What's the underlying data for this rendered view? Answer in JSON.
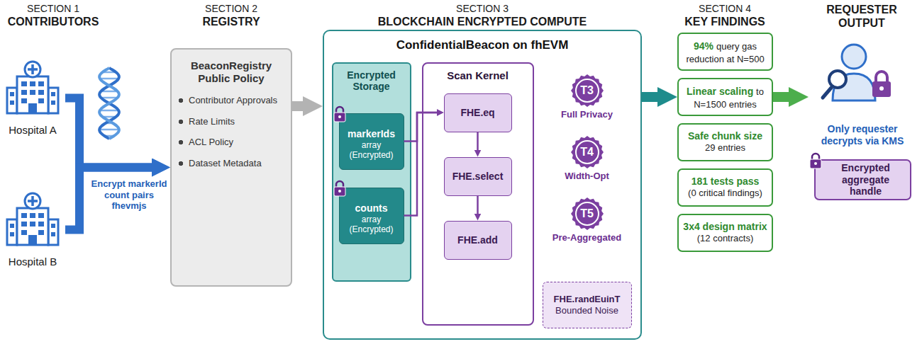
{
  "diagram": {
    "nodes": [
      {
        "text": [
          "Hospital A"
        ]
      },
      {
        "text": [
          "Hospital B"
        ]
      },
      {
        "text": [
          "BeaconRegistry Public Policy",
          "Contributor Approvals",
          "Rate Limits",
          "ACL Policy",
          "Dataset Metadata"
        ]
      },
      {
        "text": [
          "ConfidentialBeacon on fhEVM"
        ]
      },
      {
        "text": [
          "Encrypted Storage"
        ],
        "in": 3
      },
      {
        "text": [
          "markerIds",
          "array (Encrypted)"
        ],
        "in": 4
      },
      {
        "text": [
          "counts",
          "array (Encrypted)"
        ],
        "in": 4
      },
      {
        "text": [
          "Scan Kernel"
        ],
        "in": 3
      },
      {
        "text": [
          "FHE.eq"
        ],
        "in": 7
      },
      {
        "text": [
          "FHE.select"
        ],
        "in": 7
      },
      {
        "text": [
          "FHE.add"
        ],
        "in": 7
      },
      {
        "text": [
          "T3",
          "Full Privacy"
        ],
        "in": 3
      },
      {
        "text": [
          "T4",
          "Width-Opt"
        ],
        "in": 3
      },
      {
        "text": [
          "T5",
          "Pre-Aggregated"
        ],
        "in": 3
      },
      {
        "text": [
          "FHE.randEuinT",
          "Bounded Noise"
        ],
        "in": 3
      },
      {
        "text": [
          "94%",
          "query gas reduction at N=500"
        ]
      },
      {
        "text": [
          "Linear scaling",
          "to N=1500 entries"
        ]
      },
      {
        "text": [
          "Safe chunk size",
          "29 entries"
        ]
      },
      {
        "text": [
          "181 tests pass",
          "(0 critical findings)"
        ]
      },
      {
        "text": [
          "3x4 design matrix",
          "(12 contracts)"
        ]
      },
      {
        "text": [
          "Only requester decrypts via KMS"
        ]
      },
      {
        "text": [
          "Encrypted aggregate handle"
        ]
      }
    ],
    "edges": [
      {
        "from": 0,
        "to": 2,
        "arrow": "to",
        "label": "Encrypt markerId count pairs fhevmjs"
      },
      {
        "from": 1,
        "to": 2,
        "arrow": "to"
      },
      {
        "from": 2,
        "to": 3,
        "arrow": "to"
      },
      {
        "from": 5,
        "to": 8,
        "arrow": "to"
      },
      {
        "from": 6,
        "to": 8,
        "arrow": "to"
      },
      {
        "from": 8,
        "to": 9,
        "arrow": "to"
      },
      {
        "from": 9,
        "to": 10,
        "arrow": "to"
      },
      {
        "from": 3,
        "to": 16,
        "arrow": "to"
      },
      {
        "from": 16,
        "to": 20,
        "arrow": "to"
      }
    ],
    "labels": [
      "SECTION 1",
      "CONTRIBUTORS",
      "SECTION 2",
      "REGISTRY",
      "SECTION 3",
      "BLOCKCHAIN ENCRYPTED COMPUTE",
      "SECTION 4",
      "KEY FINDINGS",
      "REQUESTER OUTPUT"
    ]
  }
}
